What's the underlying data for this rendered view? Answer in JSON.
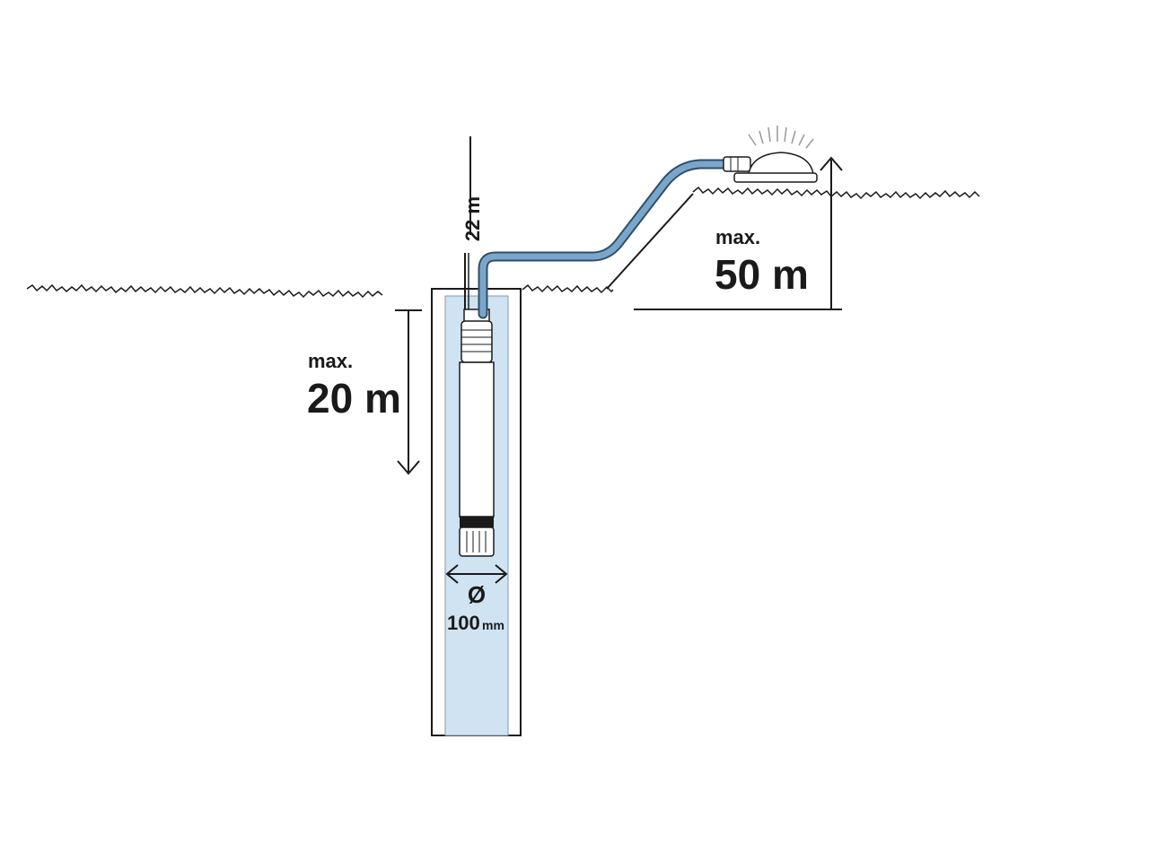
{
  "labels": {
    "cable_length": "22 m",
    "depth_prefix": "max.",
    "depth_value": "20 m",
    "height_prefix": "max.",
    "height_value": "50 m",
    "diameter_symbol": "Ø",
    "diameter_value": "100",
    "diameter_unit": "mm"
  },
  "colors": {
    "water": "#cfe3f3",
    "hose": "#7ba6cc",
    "hose_outline": "#2f4f66",
    "line": "#1a1a1a",
    "casing": "#ffffff"
  }
}
